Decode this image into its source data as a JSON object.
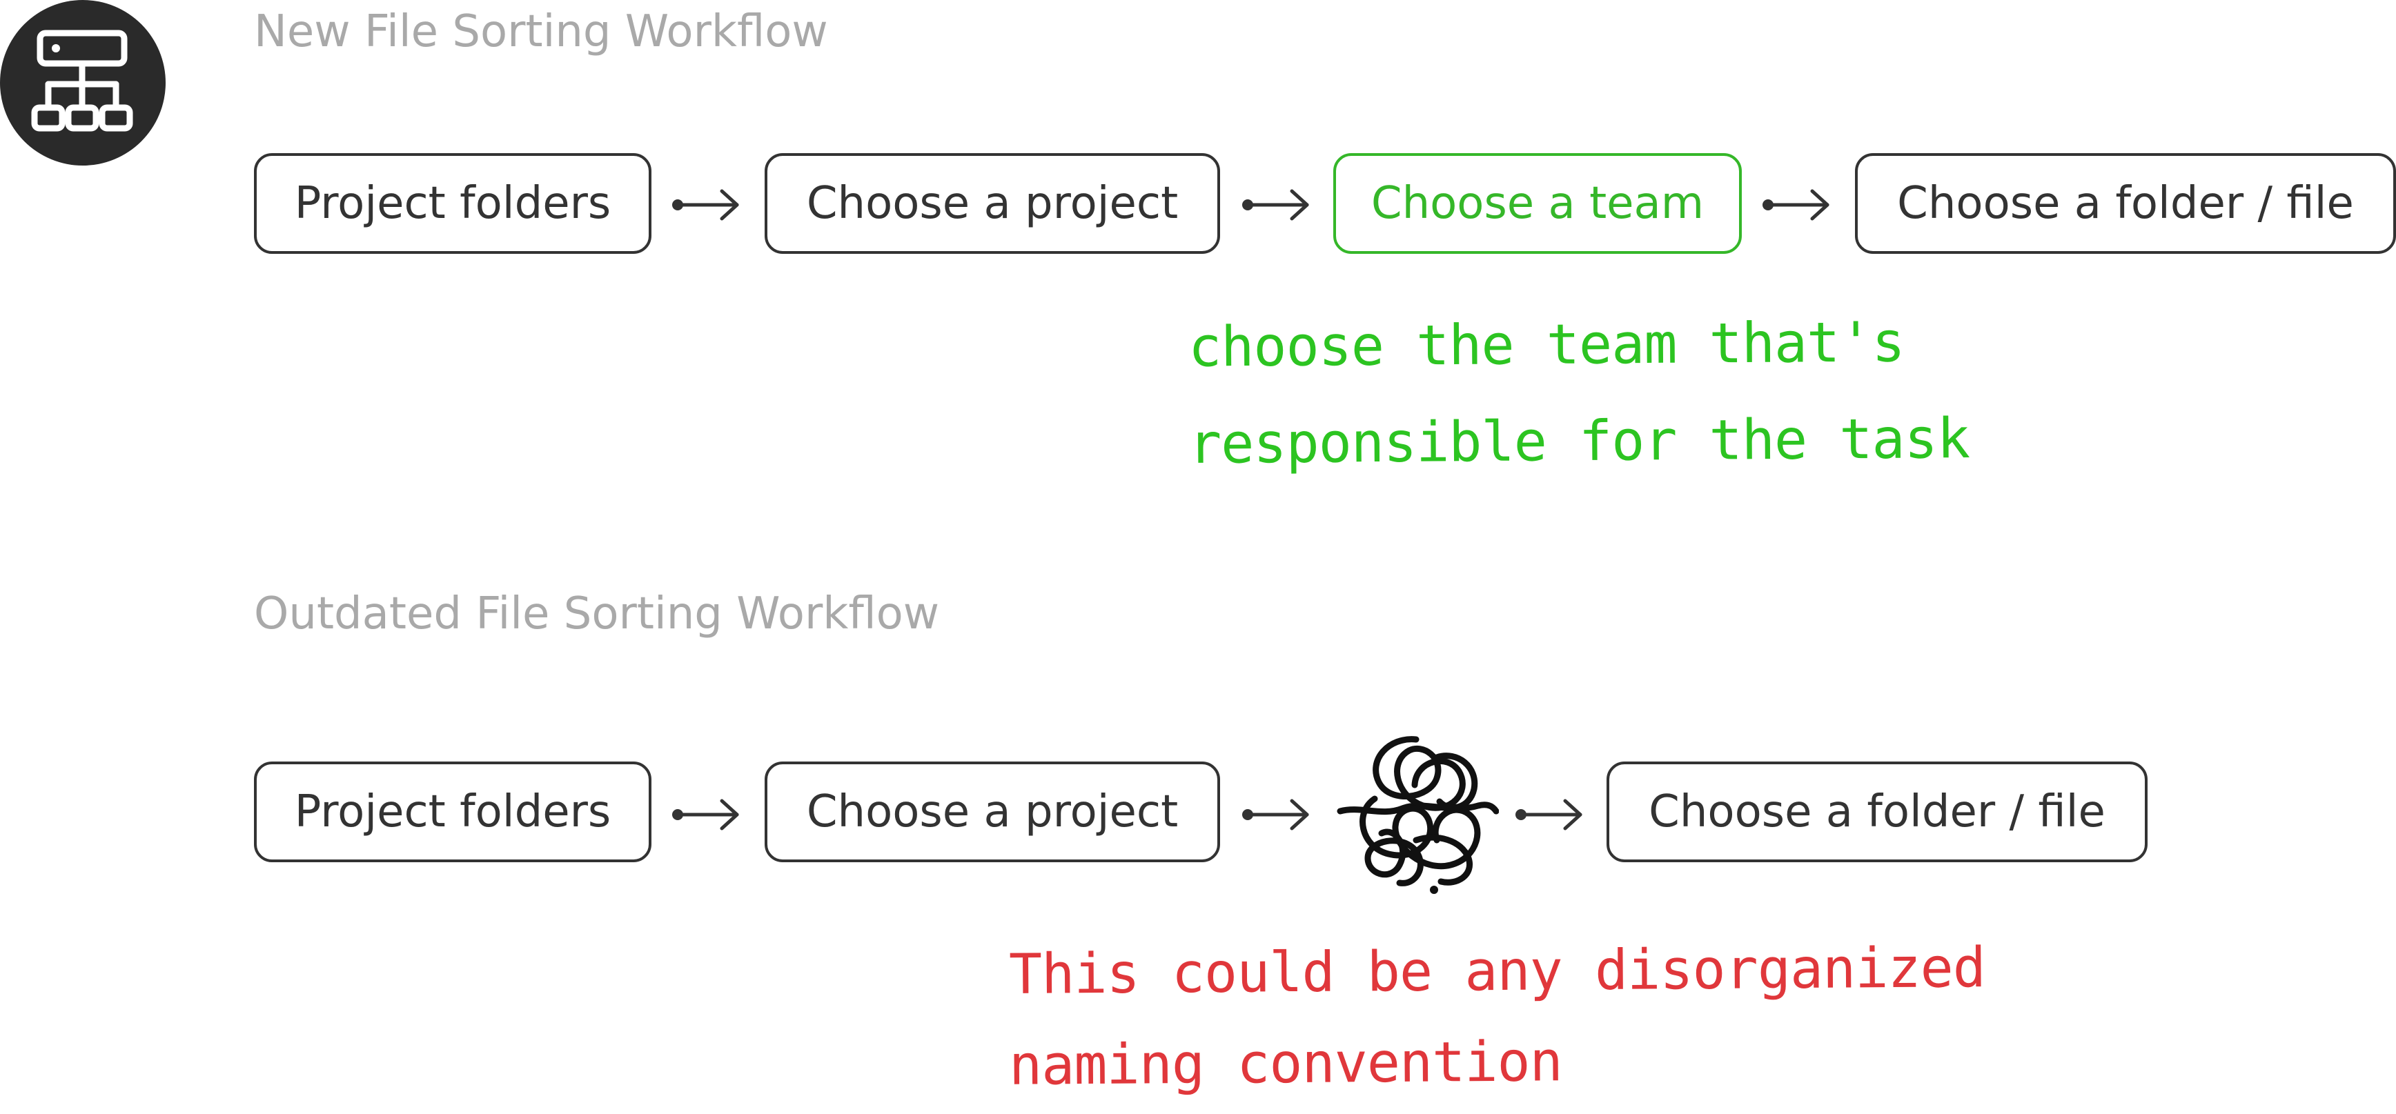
{
  "new_workflow": {
    "title": "New File Sorting Workflow",
    "steps": [
      "Project folders",
      "Choose a project",
      "Choose a team",
      "Choose a folder / file"
    ],
    "highlighted_step": "Choose a team",
    "highlight_color": "#35b729",
    "note_lines": [
      "choose the team that's",
      "responsible for the task"
    ],
    "note_color": "#2cc421"
  },
  "outdated_workflow": {
    "title": "Outdated File Sorting Workflow",
    "steps": [
      "Project folders",
      "Choose a project",
      "Choose a folder / file"
    ],
    "note_lines": [
      "This could be any disorganized",
      "naming convention"
    ],
    "note_color": "#e0373b"
  },
  "icons": {
    "logo": "sitemap-icon",
    "connector": "arrow-right-icon",
    "disorganized": "tangled-scribble-icon"
  },
  "colors": {
    "step_border": "#333333",
    "title_gray": "#a9a9a9",
    "logo_bg": "#2a2a2a"
  }
}
